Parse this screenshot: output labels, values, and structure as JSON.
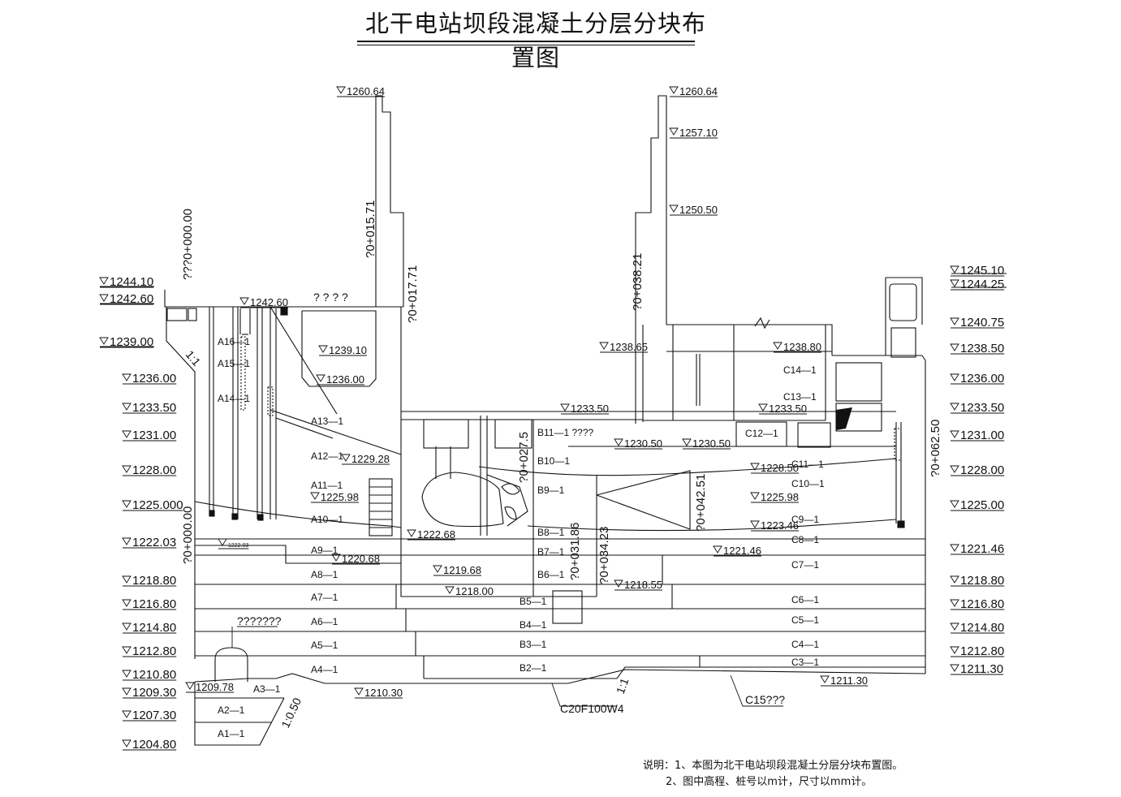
{
  "title": "北干电站坝段混凝土分层分块布置图",
  "notes": {
    "line1": "说明：1、本图为北干电站坝段混凝土分层分块布置图。",
    "line2": "2、图中高程、桩号以m计，尺寸以mm计。"
  },
  "elevations_left": [
    "1244.10",
    "1242.60",
    "1239.00",
    "1236.00",
    "1233.50",
    "1231.00",
    "1228.00",
    "1225.000",
    "1222.03",
    "1218.80",
    "1216.80",
    "1214.80",
    "1212.80",
    "1210.80",
    "1209.30",
    "1207.30",
    "1204.80"
  ],
  "elevations_right": [
    "1245.10",
    "1244.25",
    "1240.75",
    "1238.50",
    "1236.00",
    "1233.50",
    "1231.00",
    "1228.00",
    "1225.00",
    "1221.46",
    "1218.80",
    "1216.80",
    "1214.80",
    "1212.80",
    "1211.30"
  ],
  "elevations_inner": [
    "1260.64",
    "1260.64",
    "1257.10",
    "1250.50",
    "1242.60",
    "1239.10",
    "1236.00",
    "1238.65",
    "1238.80",
    "1233.50",
    "1233.50",
    "1230.50",
    "1230.50",
    "1229.28",
    "1228.50",
    "1225.98",
    "1225.98",
    "1223.46",
    "1222.68",
    "1221.46",
    "1220.68",
    "1219.68",
    "1218.00",
    "1218.55",
    "1209.78",
    "1210.30",
    "1211.30",
    "1222.03"
  ],
  "stations": [
    "???0+000.00",
    "?0+015.71",
    "?0+017.71",
    "?0+038.21",
    "?0+062.50",
    "?0+000.00",
    "?0+027.5",
    "?0+042.51",
    "?0+031.86",
    "?0+034.23"
  ],
  "blocks": {
    "A": [
      "A16—1",
      "A15—1",
      "A14—1",
      "A13—1",
      "A12—1",
      "A11—1",
      "A10—1",
      "A9—1",
      "A8—1",
      "A7—1",
      "A6—1",
      "A5—1",
      "A4—1",
      "A3—1",
      "A2—1",
      "A1—1"
    ],
    "B": [
      "B11—1 ????",
      "B10—1",
      "B9—1",
      "B8—1",
      "B7—1",
      "B6—1",
      "B5—1",
      "B4—1",
      "B3—1",
      "B2—1"
    ],
    "C": [
      "C14—1",
      "C13—1",
      "C12—1",
      "C11—1",
      "C10—1",
      "C9—1",
      "C8—1",
      "C7—1",
      "C6—1",
      "C5—1",
      "C4—1",
      "C3—1"
    ]
  },
  "misc_labels": {
    "question_top": "? ? ? ?",
    "gallery": "???????",
    "slope_1": "1:1",
    "slope_2": "1:1",
    "slope_3": "1:0.50",
    "concrete_1": "C20F100W4",
    "concrete_2": "C15???"
  }
}
